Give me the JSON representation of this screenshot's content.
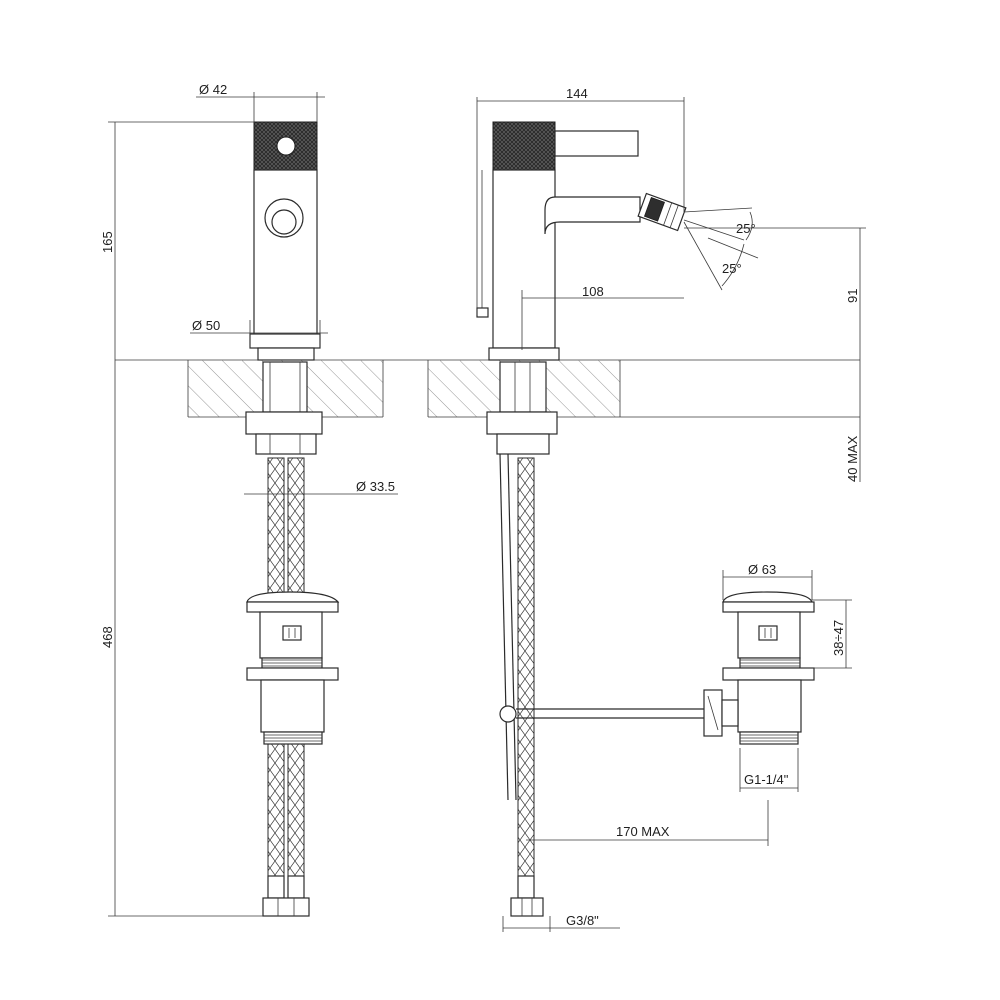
{
  "dimensions": {
    "top_diameter": "Ø 42",
    "base_diameter": "Ø 50",
    "hose_diameter": "Ø 33.5",
    "overall_width": "144",
    "spout_reach": "108",
    "height_above_deck": "165",
    "spout_height": "91",
    "deck_thickness": "40 MAX",
    "overall_height_below": "468",
    "angle_up": "25°",
    "angle_down": "25°",
    "waste_diameter": "Ø 63",
    "waste_height_range": "38÷47",
    "waste_thread": "G1-1/4\"",
    "rod_reach": "170 MAX",
    "inlet_thread": "G3/8\""
  },
  "colors": {
    "line": "#2b2b2b",
    "knurl": "#2e2e2e",
    "hatch": "#8a8a8a",
    "background": "#ffffff"
  }
}
